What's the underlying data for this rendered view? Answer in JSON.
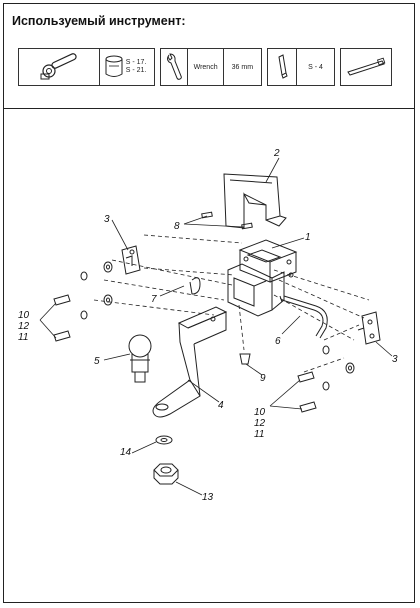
{
  "header": {
    "title": "Используемый инструмент:"
  },
  "tools": {
    "socket_sizes": [
      "S - 17.",
      "S - 21."
    ],
    "wrench_label": "Wrench",
    "wrench_size": "36 mm",
    "hex_size": "S - 4"
  },
  "parts": {
    "p1": "1",
    "p2": "2",
    "p3a": "3",
    "p3b": "3",
    "p4": "4",
    "p5": "5",
    "p6": "6",
    "p7": "7",
    "p8": "8",
    "p9": "9",
    "p10a": "10",
    "p12a": "12",
    "p11a": "11",
    "p10b": "10",
    "p12b": "12",
    "p11b": "11",
    "p13": "13",
    "p14": "14"
  }
}
